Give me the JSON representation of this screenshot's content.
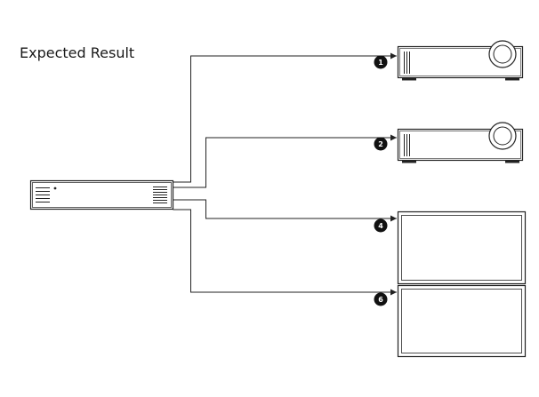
{
  "title": "Expected Result",
  "source_device": {
    "icon": "media-player-icon"
  },
  "outputs": [
    {
      "badge": "1",
      "device": "projector",
      "icon": "projector-icon"
    },
    {
      "badge": "2",
      "device": "projector",
      "icon": "projector-icon"
    },
    {
      "badge": "4",
      "device": "display",
      "icon": "display-icon"
    },
    {
      "badge": "6",
      "device": "display",
      "icon": "display-icon"
    }
  ],
  "colors": {
    "line": "#222222",
    "badge_fill": "#111111",
    "badge_text": "#ffffff",
    "device_fill": "#ffffff"
  }
}
